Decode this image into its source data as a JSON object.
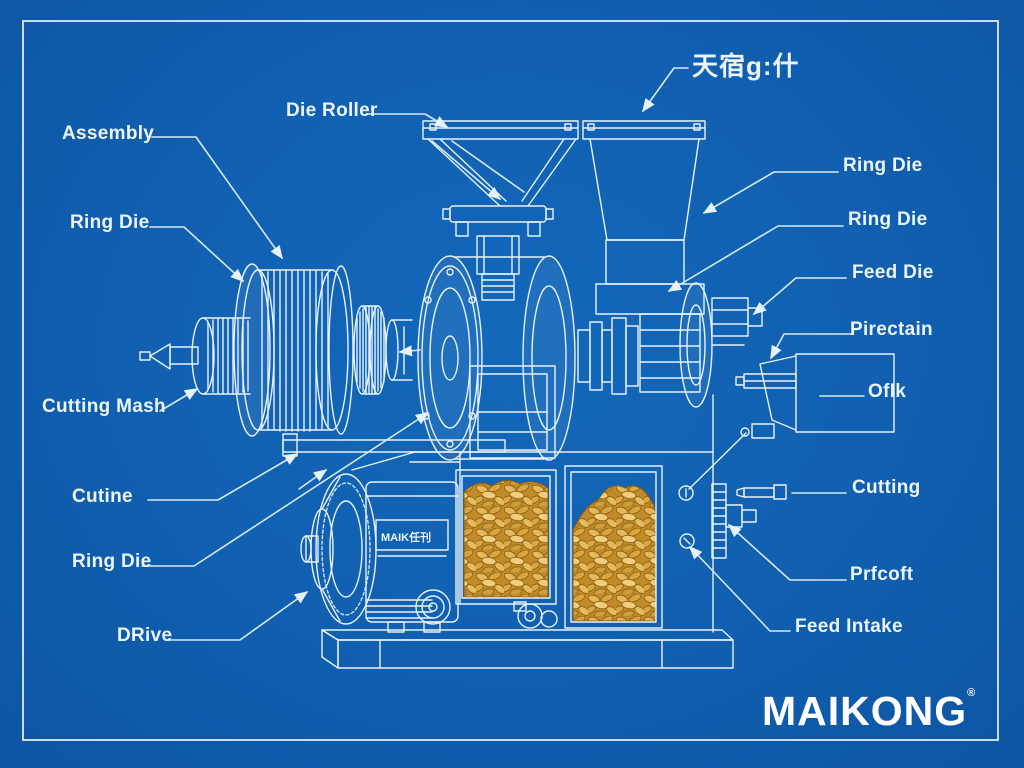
{
  "scene": {
    "background_color": "#115fb0",
    "line_color": "#e7f2fa",
    "border_color": "#e9f4fb",
    "pellet_gold": "#d9a843",
    "pellet_dark": "#8a5c14",
    "pellet_light": "#efcf7e"
  },
  "labels": {
    "top": [
      {
        "id": "die-roller",
        "text": "Die Roller"
      },
      {
        "id": "cjk-title",
        "text": "天宿g:什"
      }
    ],
    "left": [
      {
        "id": "assembly",
        "text": "Assembly"
      },
      {
        "id": "ring-die-1",
        "text": "Ring Die"
      },
      {
        "id": "cutting-mash",
        "text": "Cutting Mash"
      },
      {
        "id": "cutine",
        "text": "Cutine"
      },
      {
        "id": "ring-die-2",
        "text": "Ring Die"
      },
      {
        "id": "drive",
        "text": "DRive"
      }
    ],
    "right": [
      {
        "id": "ring-die-r1",
        "text": "Ring Die"
      },
      {
        "id": "ring-die-r2",
        "text": "Ring Die"
      },
      {
        "id": "feed-die",
        "text": "Feed Die"
      },
      {
        "id": "pirectain",
        "text": "Pirectain"
      },
      {
        "id": "ofik",
        "text": "OfIk"
      },
      {
        "id": "cutting",
        "text": "Cutting"
      },
      {
        "id": "prfcoft",
        "text": "Prfcoft"
      },
      {
        "id": "feed-intake",
        "text": "Feed Intake"
      }
    ]
  },
  "machine": {
    "motor_plate": "MAIK任刊"
  },
  "logo": {
    "text": "MAIKONG",
    "mark": "®"
  }
}
